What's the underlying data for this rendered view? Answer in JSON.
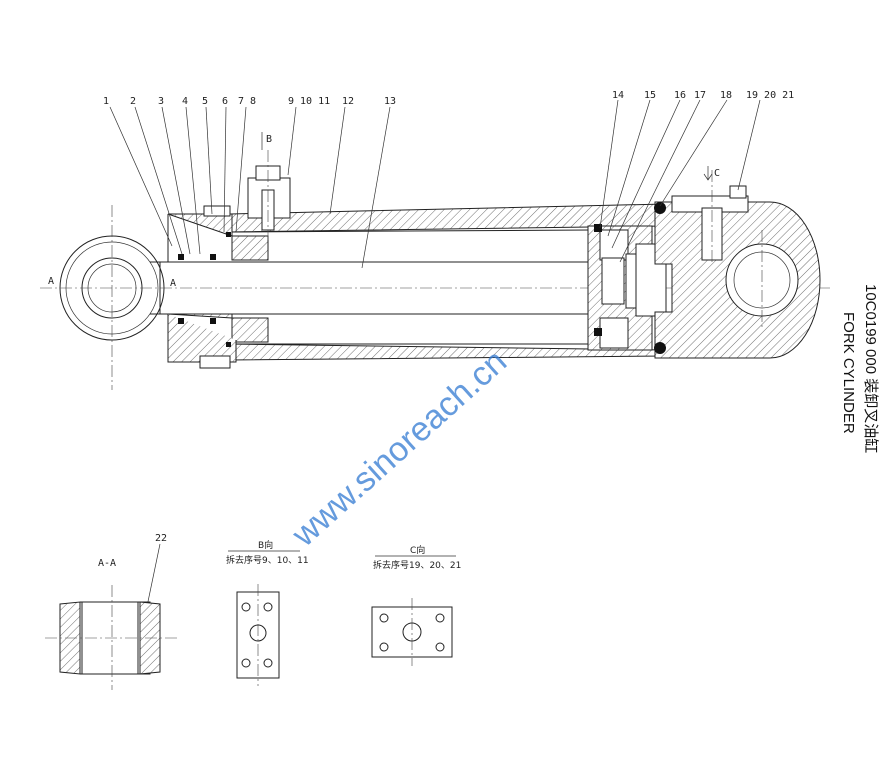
{
  "title": {
    "code_line": "10C0199 000  装卸叉油缸",
    "english": "FORK CYLINDER"
  },
  "watermark": "www.sinoreach.cn",
  "part_labels": [
    "1",
    "2",
    "3",
    "4",
    "5",
    "6",
    "7 8",
    "9 10 11",
    "12",
    "13",
    "14",
    "15",
    "16",
    "17",
    "18",
    "19 20 21",
    "22"
  ],
  "view_marks": {
    "B": "B",
    "C": "C",
    "A_left": "A",
    "A_right": "A"
  },
  "section_views": {
    "aa": {
      "title": "A-A"
    },
    "b": {
      "title": "B向",
      "caption": "拆去序号9、10、11"
    },
    "c": {
      "title": "C向",
      "caption": "拆去序号19、20、21"
    }
  },
  "colors": {
    "watermark": "#3b7fd4",
    "line": "#222222"
  }
}
